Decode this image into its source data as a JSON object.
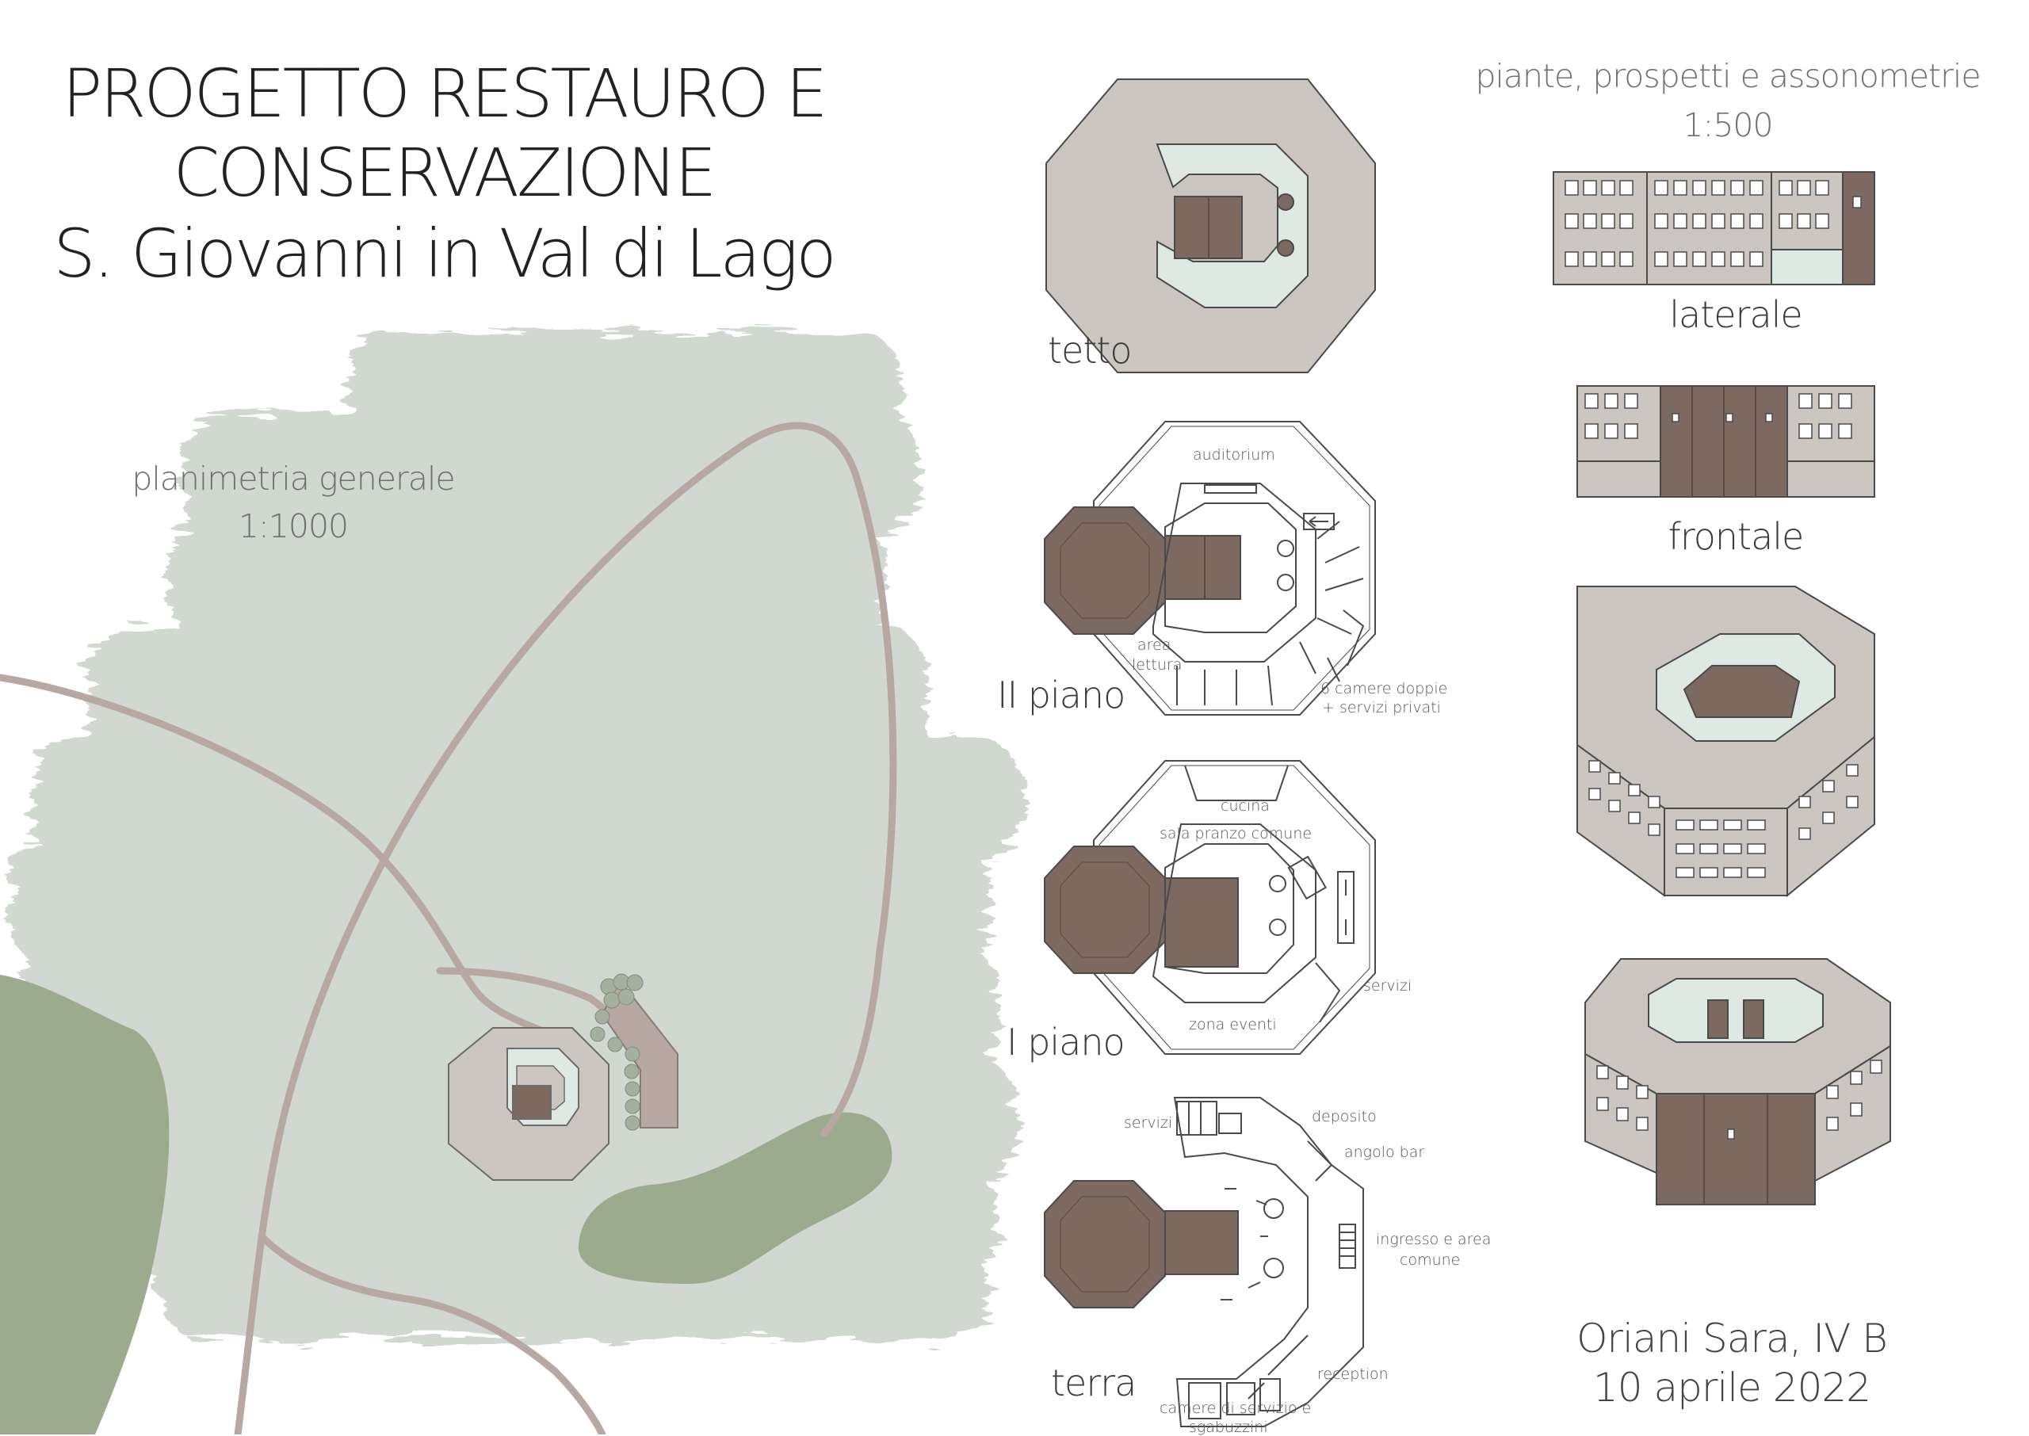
{
  "title": {
    "line1": "PROGETTO RESTAURO E",
    "line2": "CONSERVAZIONE",
    "line3": "S. Giovanni in Val di Lago"
  },
  "site_plan": {
    "label": "planimetria generale",
    "scale": "1:1000"
  },
  "drawings": {
    "label": "piante, prospetti e assonometrie",
    "scale": "1:500"
  },
  "plans": {
    "roof": {
      "label": "tetto"
    },
    "second_floor": {
      "label": "II piano",
      "rooms": [
        "auditorium",
        "area",
        "lettura",
        "6 camere doppie",
        "+ servizi privati"
      ]
    },
    "first_floor": {
      "label": "I piano",
      "rooms": [
        "cucina",
        "sala pranzo comune",
        "servizi",
        "zona eventi"
      ]
    },
    "ground_floor": {
      "label": "terra",
      "rooms": [
        "servizi",
        "deposito",
        "angolo bar",
        "ingresso e area",
        "comune",
        "reception",
        "camere di servizio e",
        "sgabuzzini"
      ]
    }
  },
  "elevations": {
    "side": "laterale",
    "front": "frontale"
  },
  "author": {
    "name": "Oriani Sara, IV B",
    "date": "10 aprile 2022"
  },
  "colors": {
    "wash": "#c9d2c8",
    "lake": "#9aab8e",
    "path": "#b7a9a2",
    "roof": "#ccc6c0",
    "brown": "#7c6960",
    "glass": "#dfe9e4",
    "line": "#4a4a4a"
  }
}
